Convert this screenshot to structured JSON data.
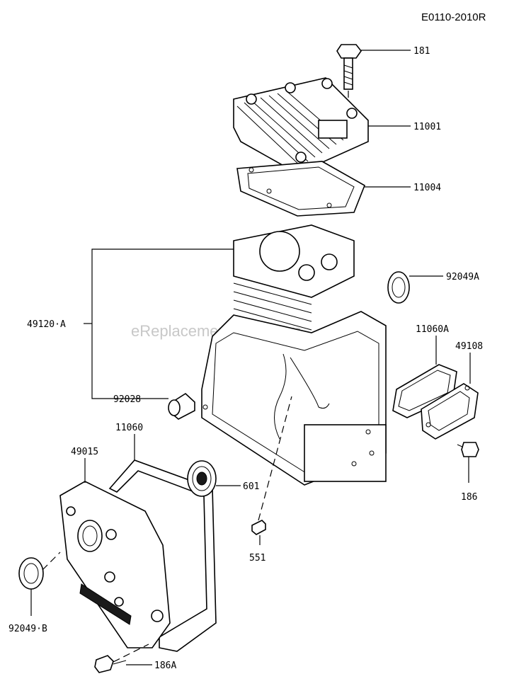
{
  "diagram_ref": "E0110-2010R",
  "watermark": "eReplacementParts.com",
  "callouts": {
    "c181": "181",
    "c11001": "11001",
    "c11004": "11004",
    "c92049A": "92049A",
    "c49120A": "49120·A",
    "c11060A": "11060A",
    "c49108": "49108",
    "c92028": "92028",
    "c11060": "11060",
    "c49015": "49015",
    "c601": "601",
    "c186": "186",
    "c551": "551",
    "c92049B": "92049·B",
    "c186A": "186A"
  }
}
